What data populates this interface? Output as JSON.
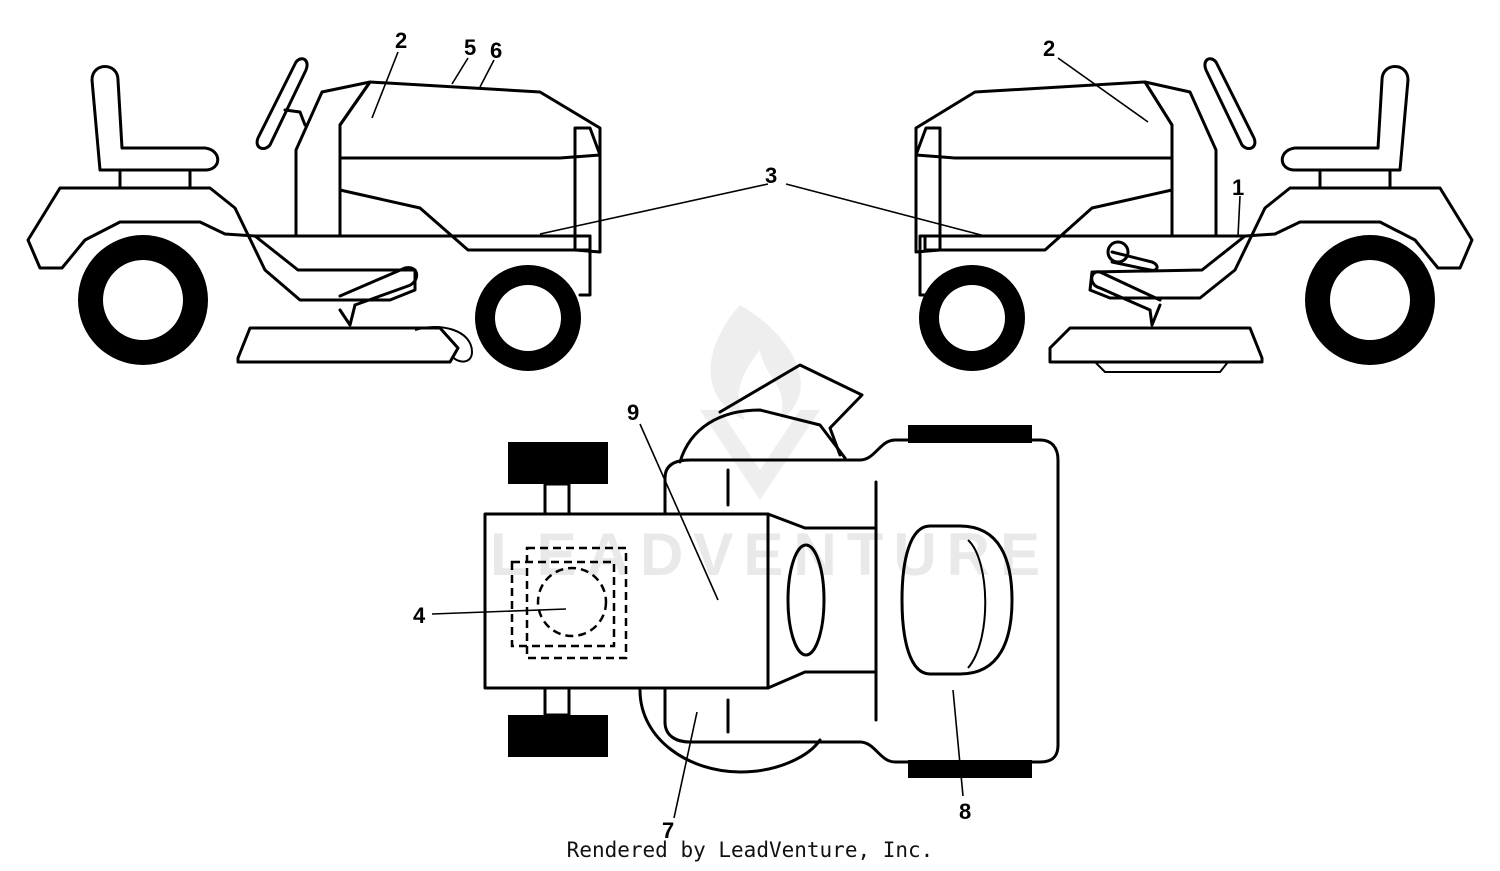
{
  "callouts": {
    "c1": "1",
    "c2a": "2",
    "c2b": "2",
    "c3": "3",
    "c4": "4",
    "c5": "5",
    "c6": "6",
    "c7": "7",
    "c8": "8",
    "c9": "9"
  },
  "watermark": "LEADVENTURE",
  "footer": "Rendered by LeadVenture, Inc."
}
